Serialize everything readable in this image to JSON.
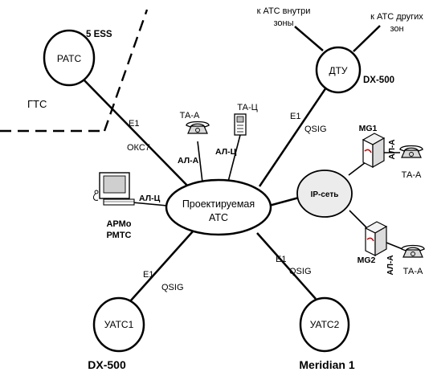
{
  "nodes": {
    "center_line1": "Проектируемая",
    "center_line2": "АТС",
    "rats": "РАТС",
    "dtu": "ДТУ",
    "ip": "IP-сеть",
    "uats1": "УАТС1",
    "uats2": "УАТС2",
    "mg1": "MG1",
    "mg2": "MG2"
  },
  "labels": {
    "ess": "5 ESS",
    "gts": "ГТС",
    "atc_inside_1": "к АТС внутри",
    "atc_inside_2": "зоны",
    "atc_other_1": "к АТС других",
    "atc_other_2": "зон",
    "dx500_top": "DX-500",
    "dx500_bottom": "DX-500",
    "meridian": "Meridian 1",
    "arm_1": "АРМо",
    "arm_2": "РМТС"
  },
  "links": {
    "e1_rats": "E1",
    "okc7": "ОКС7",
    "e1_dtu": "E1",
    "qsig_dtu": "QSIG",
    "e1_uats1": "E1",
    "qsig_uats1": "QSIG",
    "e1_uats2": "E1",
    "qsig_uats2": "QSIG",
    "al_a_phone": "АЛ-А",
    "al_c_phone": "АЛ-Ц",
    "al_c_arm": "АЛ-Ц",
    "al_a_mg1": "АЛ-А",
    "al_a_mg2": "АЛ-А"
  },
  "terminals": {
    "ta_a": "ТА-А",
    "ta_c": "ТА-Ц",
    "ta_a_mg1": "ТА-А",
    "ta_a_mg2": "ТА-А"
  }
}
